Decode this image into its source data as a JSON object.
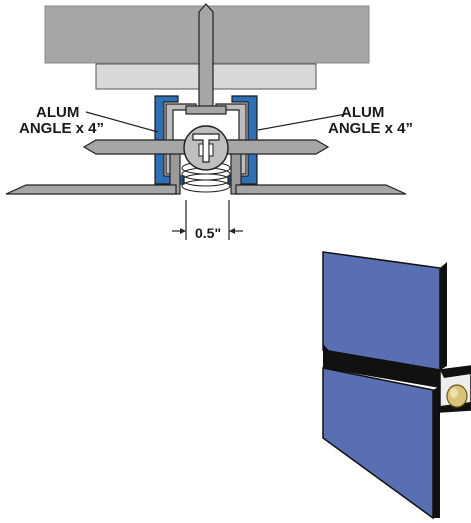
{
  "labels": {
    "left_angle_line1": "ALUM",
    "left_angle_line2": "ANGLE x 4”",
    "right_angle_line1": "ALUM",
    "right_angle_line2": "ANGLE x 4”",
    "gap_dimension": "0.5\""
  },
  "colors": {
    "concrete": "#a6a6a6",
    "plate": "#d9d9d9",
    "blue_channel": "#2e6fb6",
    "steel": "#9a9a9a",
    "dark_outline": "#222222",
    "panel_blue": "#5a6fb3",
    "panel_edge": "#111111",
    "seal_gold": "#d9c27a"
  }
}
